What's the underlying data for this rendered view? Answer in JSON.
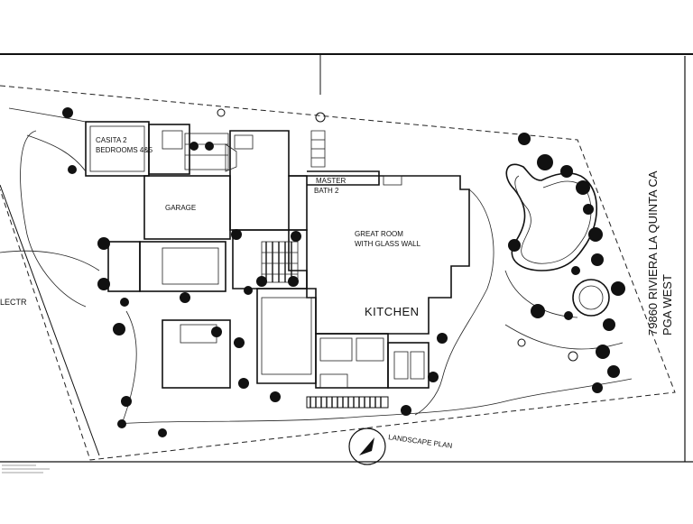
{
  "plan": {
    "rooms": {
      "casita": "CASITA 2",
      "casita_bedrooms": "BEDROOMS 4&5",
      "garage": "GARAGE",
      "master_bath": "MASTER",
      "master_bath_2": "BATH 2",
      "great_room": "GREAT ROOM",
      "great_room_2": "WITH GLASS WALL",
      "kitchen": "KITCHEN"
    },
    "address_line1": "79860 RIVIERA LA QUINTA CA",
    "address_line2": "PGA WEST",
    "title_stamp": "LANDSCAPE PLAN",
    "left_edge_label": "LECTR"
  }
}
